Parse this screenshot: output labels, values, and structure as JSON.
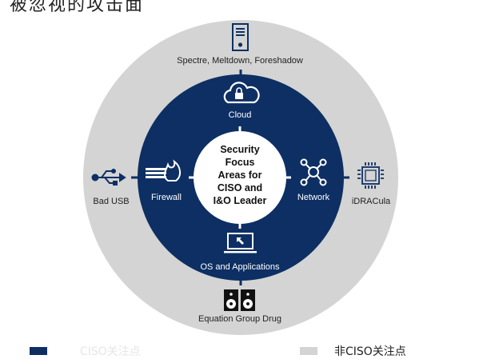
{
  "title": "被忽视的攻击面",
  "center": {
    "lines": [
      "Security",
      "Focus",
      "Areas for",
      "CISO and",
      "I&O Leader"
    ]
  },
  "inner_ring": {
    "top": {
      "label": "Cloud",
      "icon": "cloud-lock-icon"
    },
    "left": {
      "label": "Firewall",
      "icon": "firewall-icon"
    },
    "right": {
      "label": "Network",
      "icon": "network-icon"
    },
    "bottom": {
      "label": "OS and Applications",
      "icon": "laptop-icon"
    }
  },
  "outer_ring": {
    "top": {
      "label": "Spectre, Meltdown, Foreshadow",
      "icon": "server-icon"
    },
    "left": {
      "label": "Bad USB",
      "icon": "usb-icon"
    },
    "right": {
      "label": "iDRACula",
      "icon": "chip-icon"
    },
    "bottom": {
      "label": "Equation Group Drug",
      "icon": "speaker-icon"
    }
  },
  "legend": {
    "focus": {
      "label": "CISO关注点",
      "color": "#0d2f63"
    },
    "non_focus": {
      "label": "非CISO关注点",
      "color": "#d4d4d4"
    }
  },
  "colors": {
    "outer": "#d4d4d4",
    "inner": "#0d2f63",
    "center": "#ffffff"
  }
}
